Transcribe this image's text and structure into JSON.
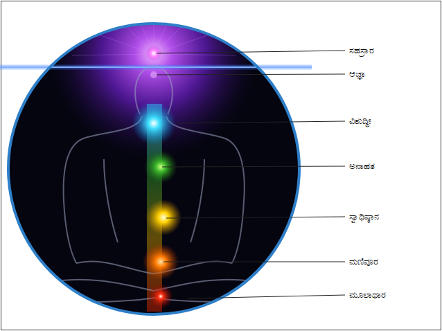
{
  "diagram": {
    "labels": [
      "ಸಹಸ್ರಾರ",
      "ಆಜ್ಞಾ",
      "ವಿಶುದ್ಧೀ",
      "ಅನಾಹತ",
      "ಸ್ವಾಧಿಷ್ಠಾನ",
      "ಮಣಿಪೂರ",
      "ಮೂಲಾಧಾರ"
    ]
  }
}
